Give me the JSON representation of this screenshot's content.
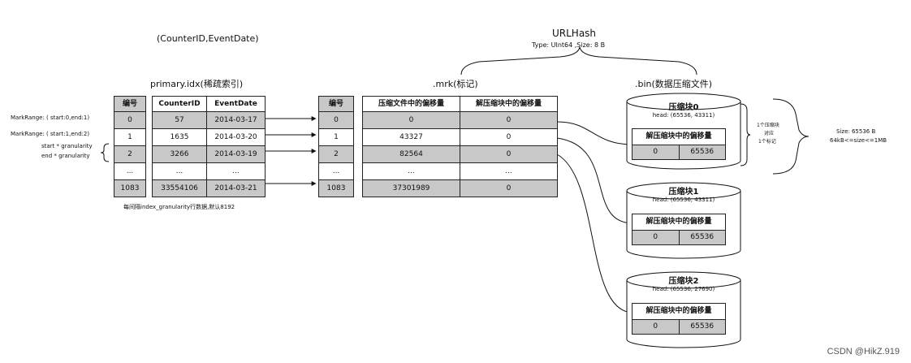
{
  "top_label": "(CounterID,EventDate)",
  "urlhash": {
    "title": "URLHash",
    "sub": "Type: UInt64 ,Size: 8 B"
  },
  "primary": {
    "title": "primary.idx(稀疏索引)",
    "id_header": "编号",
    "ids": [
      "0",
      "1",
      "2",
      "...",
      "1083"
    ],
    "headers": [
      "CounterID",
      "EventDate"
    ],
    "rows": [
      [
        "57",
        "2014-03-17"
      ],
      [
        "1635",
        "2014-03-20"
      ],
      [
        "3266",
        "2014-03-19"
      ],
      [
        "...",
        "..."
      ],
      [
        "33554106",
        "2014-03-21"
      ]
    ],
    "note": "每间隔index_granularity行数据,默认8192"
  },
  "left_notes": {
    "range0": "MarkRange: ( start:0,end:1)",
    "range1": "MarkRange: ( start:1,end:2)",
    "start": "start * granularity",
    "end": "end  * granularity"
  },
  "mrk": {
    "title": ".mrk(标记)",
    "headers": [
      "编号",
      "压缩文件中的偏移量",
      "解压缩块中的偏移量"
    ],
    "rows": [
      [
        "0",
        "0",
        "0"
      ],
      [
        "1",
        "43327",
        "0"
      ],
      [
        "2",
        "82564",
        "0"
      ],
      [
        "...",
        "...",
        "..."
      ],
      [
        "1083",
        "37301989",
        "0"
      ]
    ]
  },
  "bin": {
    "title": ".bin(数据压缩文件)",
    "inner_header": "解压缩块中的偏移量",
    "blocks": [
      {
        "title": "压缩块0",
        "head": "head: (65536, 43311)",
        "a": "0",
        "b": "65536"
      },
      {
        "title": "压缩块1",
        "head": "head: (65536, 43311)",
        "a": "0",
        "b": "65536"
      },
      {
        "title": "压缩块2",
        "head": "head: (65536, 27690)",
        "a": "0",
        "b": "65536"
      }
    ]
  },
  "side_note": {
    "l1": "1个压缩块",
    "l2": "对应",
    "l3": "1个标记"
  },
  "size_note": {
    "l1": "Size: 65536 B",
    "l2": "64kB<=size<=1MB"
  },
  "watermark": "CSDN @HikZ.919"
}
